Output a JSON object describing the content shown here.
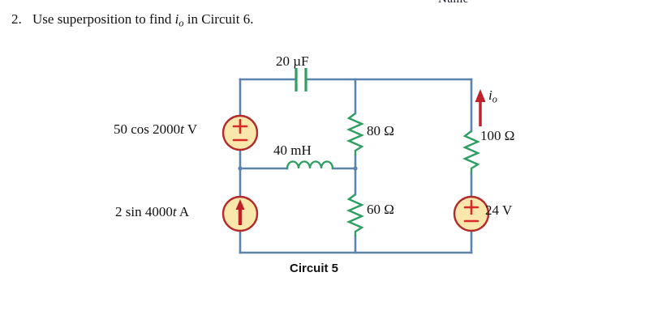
{
  "page": {
    "header_fragment": "Name",
    "background_color": "#ffffff"
  },
  "problem": {
    "number": "2.",
    "text_before": "Use superposition to find ",
    "variable": "i",
    "variable_subscript": "o",
    "text_after": " in Circuit 6."
  },
  "circuit": {
    "caption": "Circuit 5",
    "colors": {
      "wire": "#5b83ad",
      "component": "#2e9e62",
      "source_fill": "#fae7ab",
      "source_stroke": "#b32a2a",
      "source_symbol": "#d62b2b",
      "arrow": "#c0202a"
    },
    "components": [
      {
        "name": "capacitor",
        "label": "20 µF",
        "type": "capacitor",
        "branch": "top-left"
      },
      {
        "name": "voltage-source-ac",
        "label": "50 cos 2000t V",
        "label_prefix": "50 cos 2000",
        "label_italic": "t",
        "label_suffix": " V",
        "type": "voltage-source",
        "polarity_top": "+",
        "polarity_bottom": "−",
        "branch": "left-rail-upper"
      },
      {
        "name": "inductor",
        "label": "40 mH",
        "type": "inductor",
        "branch": "middle"
      },
      {
        "name": "resistor-80",
        "label": "80 Ω",
        "type": "resistor",
        "branch": "center-upper"
      },
      {
        "name": "resistor-100",
        "label": "100 Ω",
        "type": "resistor",
        "branch": "right-upper"
      },
      {
        "name": "current-source-ac",
        "label": "2 sin 4000t A",
        "label_prefix": "2 sin 4000",
        "label_italic": "t",
        "label_suffix": " A",
        "type": "current-source",
        "direction": "up",
        "branch": "left-rail-lower"
      },
      {
        "name": "resistor-60",
        "label": "60 Ω",
        "type": "resistor",
        "branch": "center-lower"
      },
      {
        "name": "voltage-source-dc",
        "label": "24 V",
        "type": "voltage-source",
        "polarity_top": "+",
        "polarity_bottom": "−",
        "branch": "right-lower"
      }
    ],
    "current_marker": {
      "name": "io",
      "variable": "i",
      "subscript": "o",
      "direction": "up"
    }
  }
}
